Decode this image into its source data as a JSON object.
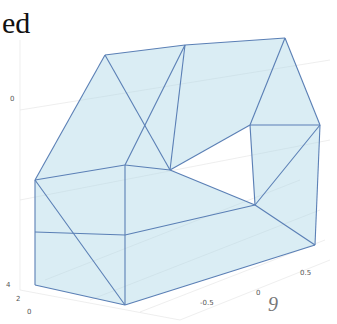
{
  "diagram": {
    "labels": [
      "ed",
      "0",
      "4",
      "2",
      "0",
      "-0.5",
      "0",
      "0.5",
      "9"
    ]
  }
}
